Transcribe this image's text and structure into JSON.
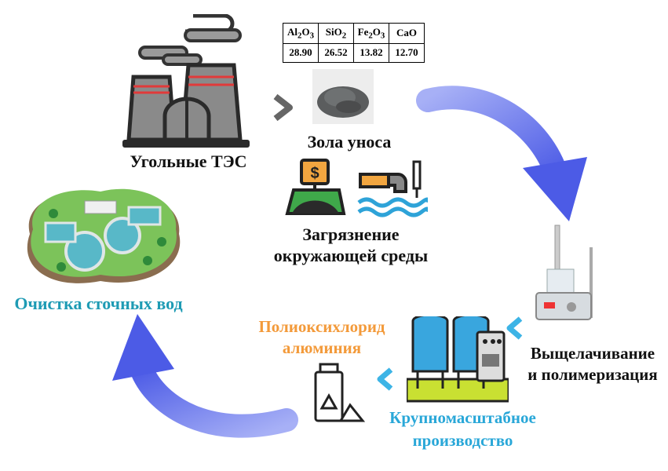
{
  "labels": {
    "coal_tpp": "Угольные ТЭС",
    "fly_ash": "Зола уноса",
    "pollution_line1": "Загрязнение",
    "pollution_line2": "окружающей среды",
    "leaching_line1": "Выщелачивание",
    "leaching_line2": "и полимеризация",
    "large_scale_line1": "Крупномасштабное",
    "large_scale_line2": "производство",
    "pac_line1": "Полиоксихлорид",
    "pac_line2": "алюминия",
    "wastewater": "Очистка сточных вод"
  },
  "composition_table": {
    "headers": [
      {
        "base": "Al",
        "sub1": "2",
        "mid": "O",
        "sub2": "3"
      },
      {
        "base": "SiO",
        "sub1": "2",
        "mid": "",
        "sub2": ""
      },
      {
        "base": "Fe",
        "sub1": "2",
        "mid": "O",
        "sub2": "3"
      },
      {
        "base": "CaO",
        "sub1": "",
        "mid": "",
        "sub2": ""
      }
    ],
    "values": [
      "28.90",
      "26.52",
      "13.82",
      "12.70"
    ]
  },
  "colors": {
    "text_dark": "#111111",
    "text_orange": "#f39a3a",
    "text_blue": "#29a7d8",
    "text_teal": "#1e9bb4",
    "arrow_blue": "#5b66e6",
    "chevron_gray": "#666666",
    "chevron_blue": "#3db4e6"
  }
}
